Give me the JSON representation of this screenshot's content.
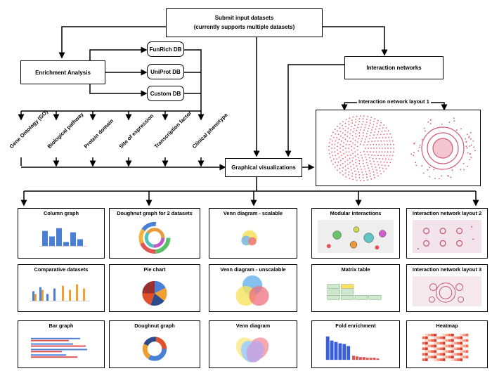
{
  "top": {
    "submit_line1": "Submit input datasets",
    "submit_line2": "(currently supports multiple datasets)"
  },
  "enrichment": {
    "label": "Enrichment Analysis",
    "databases": [
      "FunRich DB",
      "UniProt DB",
      "Custom DB"
    ]
  },
  "categories": [
    "Gene Ontology (GO)",
    "Biological pathway",
    "Protein domain",
    "Site of expression",
    "Transcription factor",
    "Clinical phenotype"
  ],
  "interaction": {
    "label": "Interaction networks",
    "layout1_label": "Interaction network layout 1"
  },
  "graphical": {
    "label": "Graphical visualizations"
  },
  "panels": {
    "column_graph": "Column graph",
    "doughnut_2": "Doughnut graph for 2 datasets",
    "venn_scalable": "Venn diagram - scalable",
    "modular": "Modular interactions",
    "layout2": "Interaction network layout 2",
    "comparative": "Comparative datasets",
    "pie": "Pie chart",
    "venn_unscalable": "Venn diagram - unscalable",
    "matrix": "Matrix table",
    "layout3": "Interaction network layout 3",
    "bar_graph": "Bar graph",
    "doughnut": "Doughnut graph",
    "venn": "Venn diagram",
    "fold": "Fold enrichment",
    "heatmap": "Heatmap"
  },
  "colors": {
    "blue": "#4a7fd6",
    "orange": "#f0a030",
    "red": "#e05050",
    "pink_network": "#e8607a",
    "venn_yellow": "#f7e25c",
    "venn_blue": "#6fb6ef",
    "venn_red": "#ef6f7c"
  }
}
